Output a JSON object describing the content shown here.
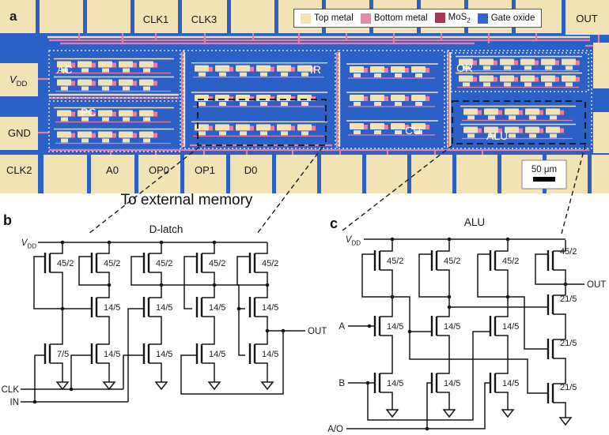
{
  "styles": {
    "accent_red": "#c9334f",
    "die_blue": "#2b60c6",
    "pad_cream": "#f2e3b6",
    "trace_pink": "#ea7da6",
    "trace_tan": "#f0dcaa"
  },
  "legend": {
    "items": [
      {
        "label": "Top metal",
        "sub": "",
        "color": "#f2e2b4"
      },
      {
        "label": "Bottom metal",
        "sub": "",
        "color": "#df8aa6"
      },
      {
        "label": "MoS",
        "sub": "2",
        "color": "#a23b51"
      },
      {
        "label": "Gate oxide",
        "sub": "",
        "color": "#2e66cc"
      }
    ]
  },
  "die": {
    "panel_letter": "a",
    "pads_top": {
      "clk1": "CLK1",
      "clk3": "CLK3",
      "out": "OUT"
    },
    "pads_left": {
      "vdd_v": "V",
      "vdd_sub": "DD",
      "gnd": "GND"
    },
    "pads_bottom": {
      "clk2": "CLK2",
      "a0": "A0",
      "op0": "OP0",
      "op1": "OP1",
      "d0": "D0"
    },
    "blocks": {
      "ac": "AC",
      "pc": "PC",
      "ir": "IR",
      "cu": "CU",
      "or": "OR",
      "alu": "ALU"
    },
    "scale_bar": "50 μm"
  },
  "external_label": "To external memory",
  "dlatch": {
    "panel_letter": "b",
    "title": "D-latch",
    "vdd": {
      "v": "V",
      "sub": "DD"
    },
    "ports": {
      "clk": "CLK",
      "in": "IN",
      "out": "OUT"
    },
    "transistors": {
      "r1": [
        "45/2",
        "45/2",
        "45/2",
        "45/2",
        "45/2"
      ],
      "r2": [
        "14/5",
        "14/5",
        "14/5",
        "14/5"
      ],
      "r3": [
        "7/5",
        "14/5",
        "14/5",
        "14/5",
        "14/5"
      ]
    }
  },
  "alu": {
    "panel_letter": "c",
    "title": "ALU",
    "vdd": {
      "v": "V",
      "sub": "DD"
    },
    "ports": {
      "a": "A",
      "b": "B",
      "ao": "A/O",
      "out": "OUT"
    },
    "transistors": {
      "r1": [
        "45/2",
        "45/2",
        "45/2",
        "45/2"
      ],
      "r2": [
        "14/5",
        "14/5",
        "14/5"
      ],
      "r3": [
        "14/5",
        "14/5",
        "14/5"
      ],
      "stack": [
        "21/5",
        "21/5",
        "21/5"
      ]
    }
  }
}
